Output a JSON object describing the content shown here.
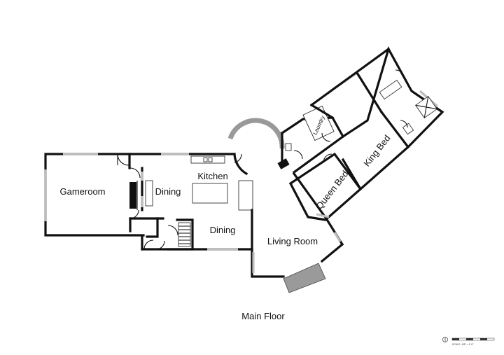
{
  "rooms": {
    "gameroom": "Gameroom",
    "dining_upper": "Dining",
    "kitchen": "Kitchen",
    "dining_lower": "Dining",
    "living_room": "Living Room",
    "laundry": "Laundry",
    "queen_bed": "Queen Bed",
    "king_bed": "King Bed"
  },
  "floor_caption": "Main Floor",
  "scale": {
    "text": "SCALE: 1/8\" = 1'-0\"",
    "compass_icon": "north-arrow-icon"
  },
  "colors": {
    "wall": "#111111",
    "window": "#bdbdbd",
    "deck": "#9a9a9a",
    "tower_ring": "#999999"
  }
}
